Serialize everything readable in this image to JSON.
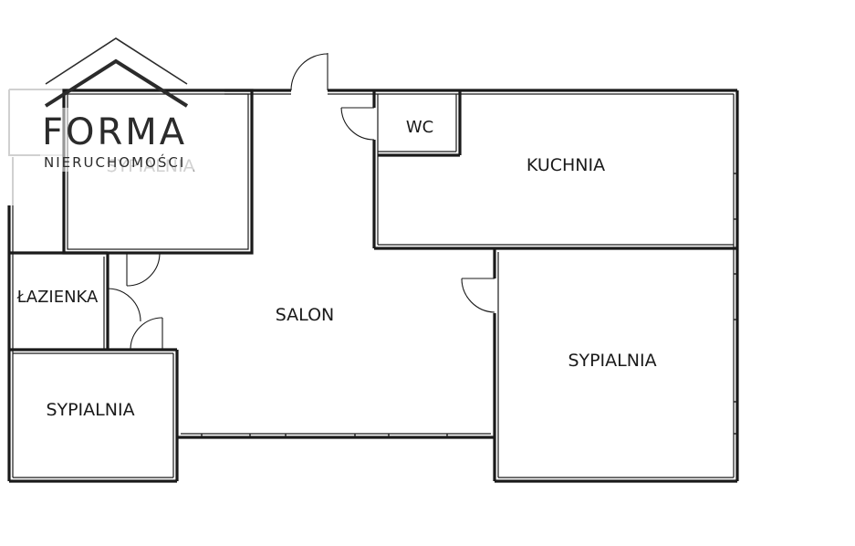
{
  "watermark": {
    "brand": "FORMA",
    "subtitle": "NIERUCHOMOŚCI"
  },
  "rooms": {
    "wc": "WC",
    "kitchen": "KUCHNIA",
    "bathroom": "ŁAZIENKA",
    "living_room": "SALON",
    "bedroom_right": "SYPIALNIA",
    "bedroom_left_bottom": "SYPIALNIA",
    "bedroom_top_left": "SYPIALNIA"
  },
  "colors": {
    "wall": "#1a1a1a",
    "background": "#ffffff",
    "watermark": "#2b2b2b"
  }
}
